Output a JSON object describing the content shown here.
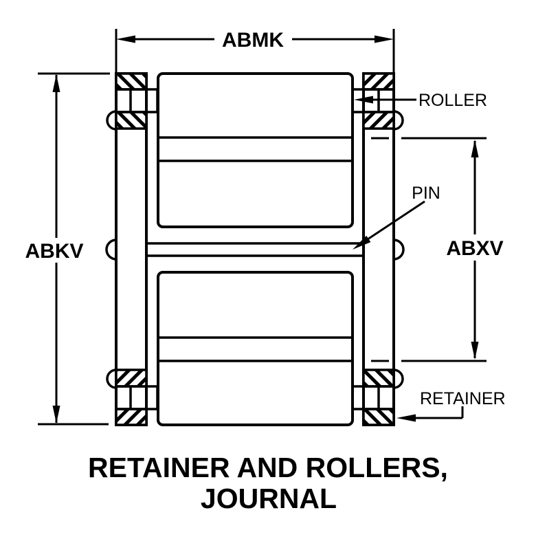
{
  "colors": {
    "ink": "#000000",
    "background": "#ffffff"
  },
  "figure": {
    "type": "technical-drawing",
    "title_line1": "RETAINER AND ROLLERS,",
    "title_line2": "JOURNAL",
    "dimensions": {
      "top_width": "ABMK",
      "overall_height": "ABKV",
      "roller_span_height": "ABXV"
    },
    "callouts": {
      "roller": "ROLLER",
      "pin": "PIN",
      "retainer": "RETAINER"
    }
  }
}
